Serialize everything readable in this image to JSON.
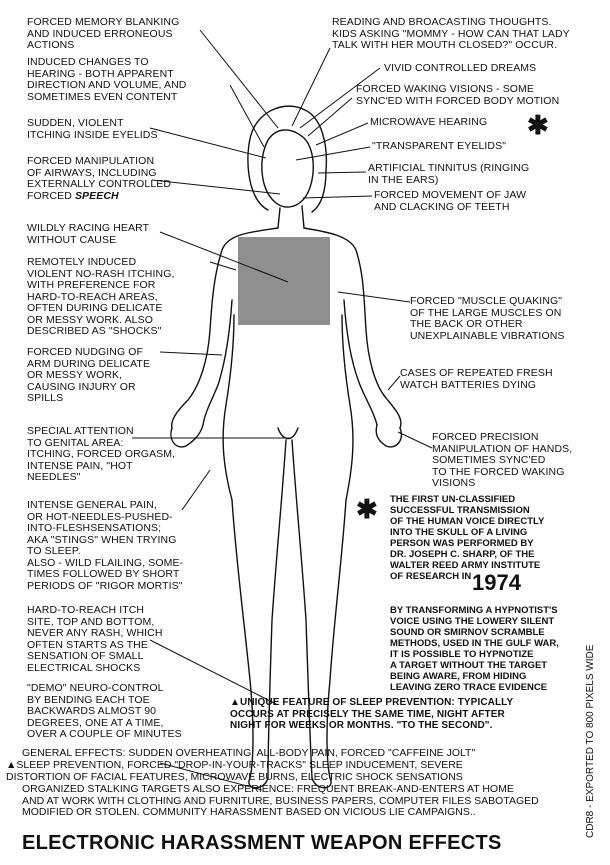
{
  "labels": {
    "memory": "FORCED MEMORY BLANKING\nAND INDUCED ERRONEOUS\nACTIONS",
    "hearing_changes": "INDUCED CHANGES TO\nHEARING - BOTH APPARENT\nDIRECTION AND VOLUME,  AND\nSOMETIMES EVEN CONTENT",
    "itching_eyelids": "SUDDEN, VIOLENT\nITCHING INSIDE EYELIDS",
    "airways": "FORCED MANIPULATION\nOF AIRWAYS,  INCLUDING\nEXTERNALLY CONTROLLED\nFORCED ",
    "airways_speech": "SPEECH",
    "heart": "WILDLY RACING HEART\nWITHOUT  CAUSE",
    "remote_itching": "REMOTELY INDUCED\nVIOLENT NO-RASH ITCHING,\nWITH PREFERENCE FOR\nHARD-TO-REACH AREAS,\nOFTEN DURING DELICATE\nOR MESSY WORK.  ALSO\nDESCRIBED AS \"SHOCKS\"",
    "nudging": "FORCED NUDGING OF\nARM DURING DELICATE\nOR MESSY WORK,\nCAUSING INJURY OR\nSPILLS",
    "genital": "SPECIAL ATTENTION\nTO GENITAL AREA:\nITCHING,  FORCED ORGASM,\nINTENSE PAIN, \"HOT\nNEEDLES\"",
    "general_pain": "INTENSE GENERAL PAIN,\nOR HOT-NEEDLES-PUSHED-\nINTO-FLESHSENSATIONS;\nAKA \"STINGS\" WHEN TRYING\nTO SLEEP.\nALSO - WILD FLAILING, SOME-\nTIMES FOLLOWED BY SHORT\nPERIODS OF \"RIGOR MORTIS\"",
    "itch_site": "HARD-TO-REACH ITCH\nSITE, TOP AND BOTTOM,\nNEVER ANY RASH, WHICH\nOFTEN STARTS AS THE\nSENSATION OF SMALL\nELECTRICAL SHOCKS",
    "demo": "\"DEMO\"  NEURO-CONTROL\nBY BENDING EACH TOE\nBACKWARDS  ALMOST 90\nDEGREES, ONE AT A TIME,\nOVER A COUPLE OF MINUTES",
    "reading_thoughts": "READING  AND  BROACASTING  THOUGHTS.\nKIDS ASKING \"MOMMY - HOW CAN THAT LADY\nTALK WITH HER MOUTH CLOSED?\" OCCUR.",
    "dreams": "VIVID CONTROLLED DREAMS",
    "waking_visions": "FORCED WAKING VISIONS - SOME\nSYNC'ED WITH FORCED BODY MOTION",
    "microwave": "MICROWAVE HEARING",
    "eyelids": "\"TRANSPARENT EYELIDS\"",
    "tinnitus": "ARTIFICIAL TINNITUS  (RINGING\nIN THE EARS)",
    "jaw": "FORCED MOVEMENT OF JAW\nAND CLACKING OF TEETH",
    "quaking": "FORCED  \"MUSCLE QUAKING\"\nOF THE LARGE MUSCLES ON\nTHE BACK  OR  OTHER\nUNEXPLAINABLE VIBRATIONS",
    "watch": "CASES OF REPEATED FRESH\nWATCH BATTERIES DYING",
    "precision": "FORCED PRECISION\nMANIPULATION OF HANDS,\nSOMETIMES SYNC'ED\nTO THE FORCED WAKING\nVISIONS"
  },
  "notes": {
    "first_transmission": "THE FIRST UN-CLASSIFIED\nSUCCESSFUL TRANSMISSION\nOF THE HUMAN VOICE DIRECTLY\nINTO THE SKULL OF A LIVING\nPERSON WAS PERFORMED BY\nDR. JOSEPH C. SHARP, OF THE\nWALTER REED ARMY INSTITUTE\nOF RESEARCH IN",
    "year": "1974",
    "hypnotist": "BY TRANSFORMING A HYPNOTIST'S\nVOICE USING THE LOWERY SILENT\nSOUND OR SMIRNOV SCRAMBLE\nMETHODS, USED IN THE GULF WAR,\nIT IS POSSIBLE TO HYPNOTIZE\nA TARGET WITHOUT THE TARGET\nBEING AWARE, FROM HIDING\nLEAVING ZERO TRACE EVIDENCE",
    "sleep_prevention": "UNIQUE FEATURE OF SLEEP PREVENTION:  TYPICALLY\nOCCURS AT PRECISELY THE SAME TIME, NIGHT AFTER\nNIGHT FOR WEEKS OR MONTHS.  \"TO THE SECOND\"."
  },
  "footer": {
    "general_effects": "GENERAL EFFECTS:  SUDDEN OVERHEATING,  ALL-BODY PAIN,  FORCED \"CAFFEINE JOLT\"",
    "sleep_line": "SLEEP PREVENTION,   FORCED \"DROP-IN-YOUR-TRACKS\" SLEEP INDUCEMENT,   SEVERE\nDISTORTION OF FACIAL FEATURES,  MICROWAVE BURNS, ELECTRIC SHOCK SENSATIONS",
    "stalking": "ORGANIZED STALKING TARGETS ALSO EXPERIENCE:   FREQUENT BREAK-AND-ENTERS AT HOME\nAND AT WORK WITH CLOTHING AND FURNITURE, BUSINESS PAPERS, COMPUTER FILES SABOTAGED\nMODIFIED OR STOLEN.  COMMUNITY HARASSMENT BASED ON VICIOUS LIE CAMPAIGNS.."
  },
  "title": "ELECTRONIC HARASSMENT WEAPON  EFFECTS",
  "side_credit": "CDR8 - EXPORTED TO 800 PIXELS WIDE",
  "symbols": {
    "asterisk": "✱",
    "triangle": "▲"
  },
  "colors": {
    "ink": "#111111",
    "chest_square": "#8f8f8f",
    "background": "#ffffff"
  }
}
